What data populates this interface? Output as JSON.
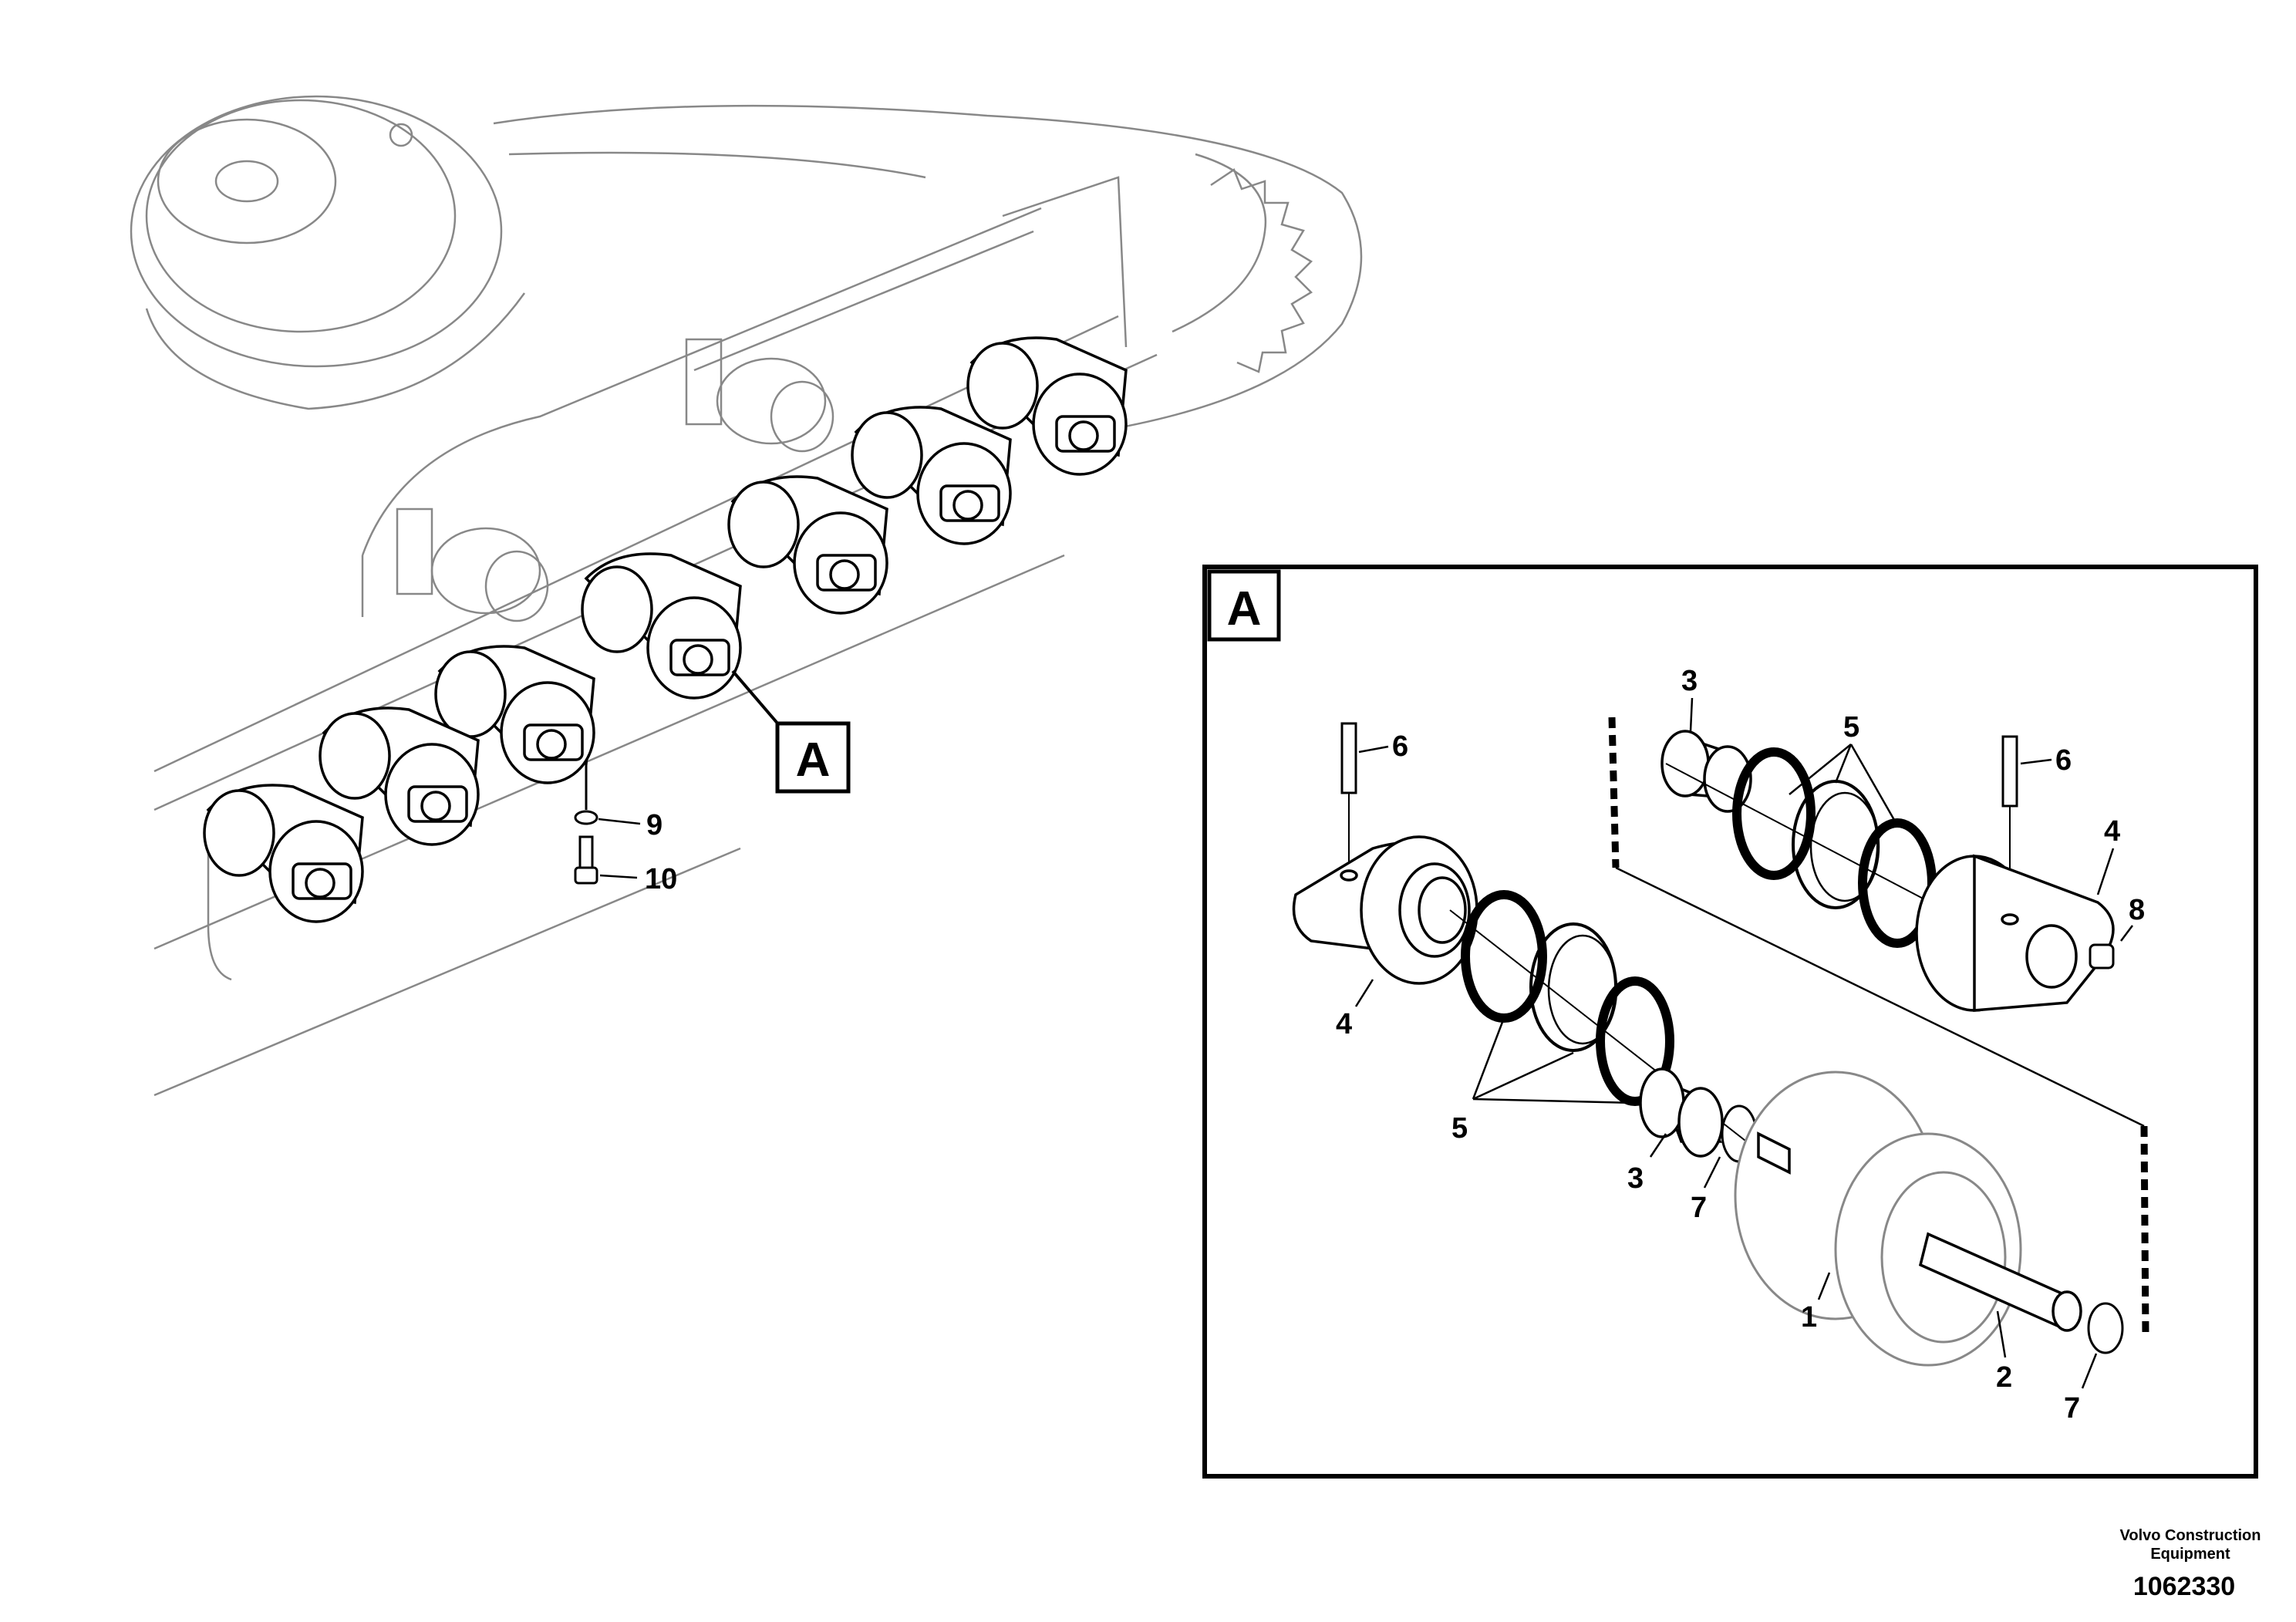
{
  "overview": {
    "detail_marker": "A",
    "callouts": [
      "9",
      "10"
    ]
  },
  "detail": {
    "marker": "A",
    "callouts": [
      "3",
      "5",
      "6",
      "6",
      "4",
      "8",
      "4",
      "5",
      "3",
      "7",
      "1",
      "2",
      "7"
    ]
  },
  "footer": {
    "company_line1": "Volvo Construction",
    "company_line2": "Equipment",
    "drawing_number": "1062330"
  }
}
